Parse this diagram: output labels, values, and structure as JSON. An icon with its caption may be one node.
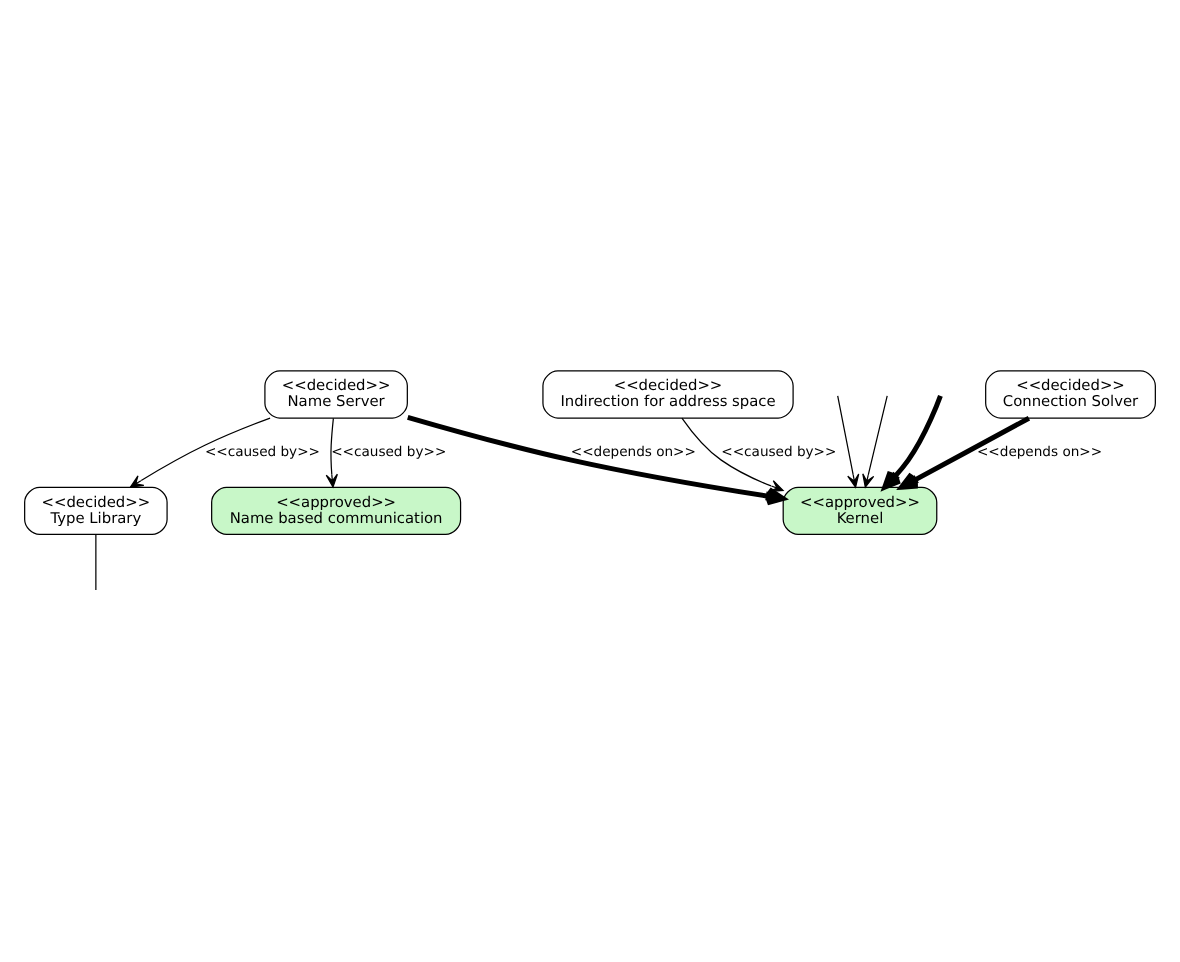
{
  "diagram": {
    "nodes": [
      {
        "text": [
          "<<approved>>",
          "Name based communication"
        ]
      },
      {
        "text": [
          "<<decided>>",
          "Connection Solver"
        ]
      },
      {
        "text": [
          "<<decided>>",
          "Name Server"
        ]
      },
      {
        "text": [
          "<<approved>>",
          "Kernel"
        ]
      },
      {
        "text": [
          "<<decided>>",
          "Indirection for address space"
        ]
      },
      {
        "text": [
          "<<decided>>",
          "Type Library"
        ]
      }
    ],
    "edges": [
      {
        "from": 2,
        "to": 0,
        "arrow": "to",
        "label": "<<caused by>>"
      },
      {
        "from": 2,
        "to": 5,
        "arrow": "to",
        "label": "<<caused by>>"
      },
      {
        "from": 1,
        "to": 3,
        "arrow": "to",
        "label": "<<depends on>>",
        "style": "thick"
      },
      {
        "from": 2,
        "to": 3,
        "arrow": "to",
        "label": "<<depends on>>",
        "style": "thick"
      },
      {
        "from": null,
        "to": 3,
        "arrow": "to",
        "style": "thick"
      },
      {
        "from": null,
        "to": 3,
        "arrow": "to"
      },
      {
        "from": null,
        "to": 3,
        "arrow": "to"
      },
      {
        "from": 4,
        "to": 3,
        "arrow": "to",
        "label": "<<caused by>>"
      },
      {
        "from": 5,
        "to": null,
        "arrow": "none"
      }
    ]
  }
}
